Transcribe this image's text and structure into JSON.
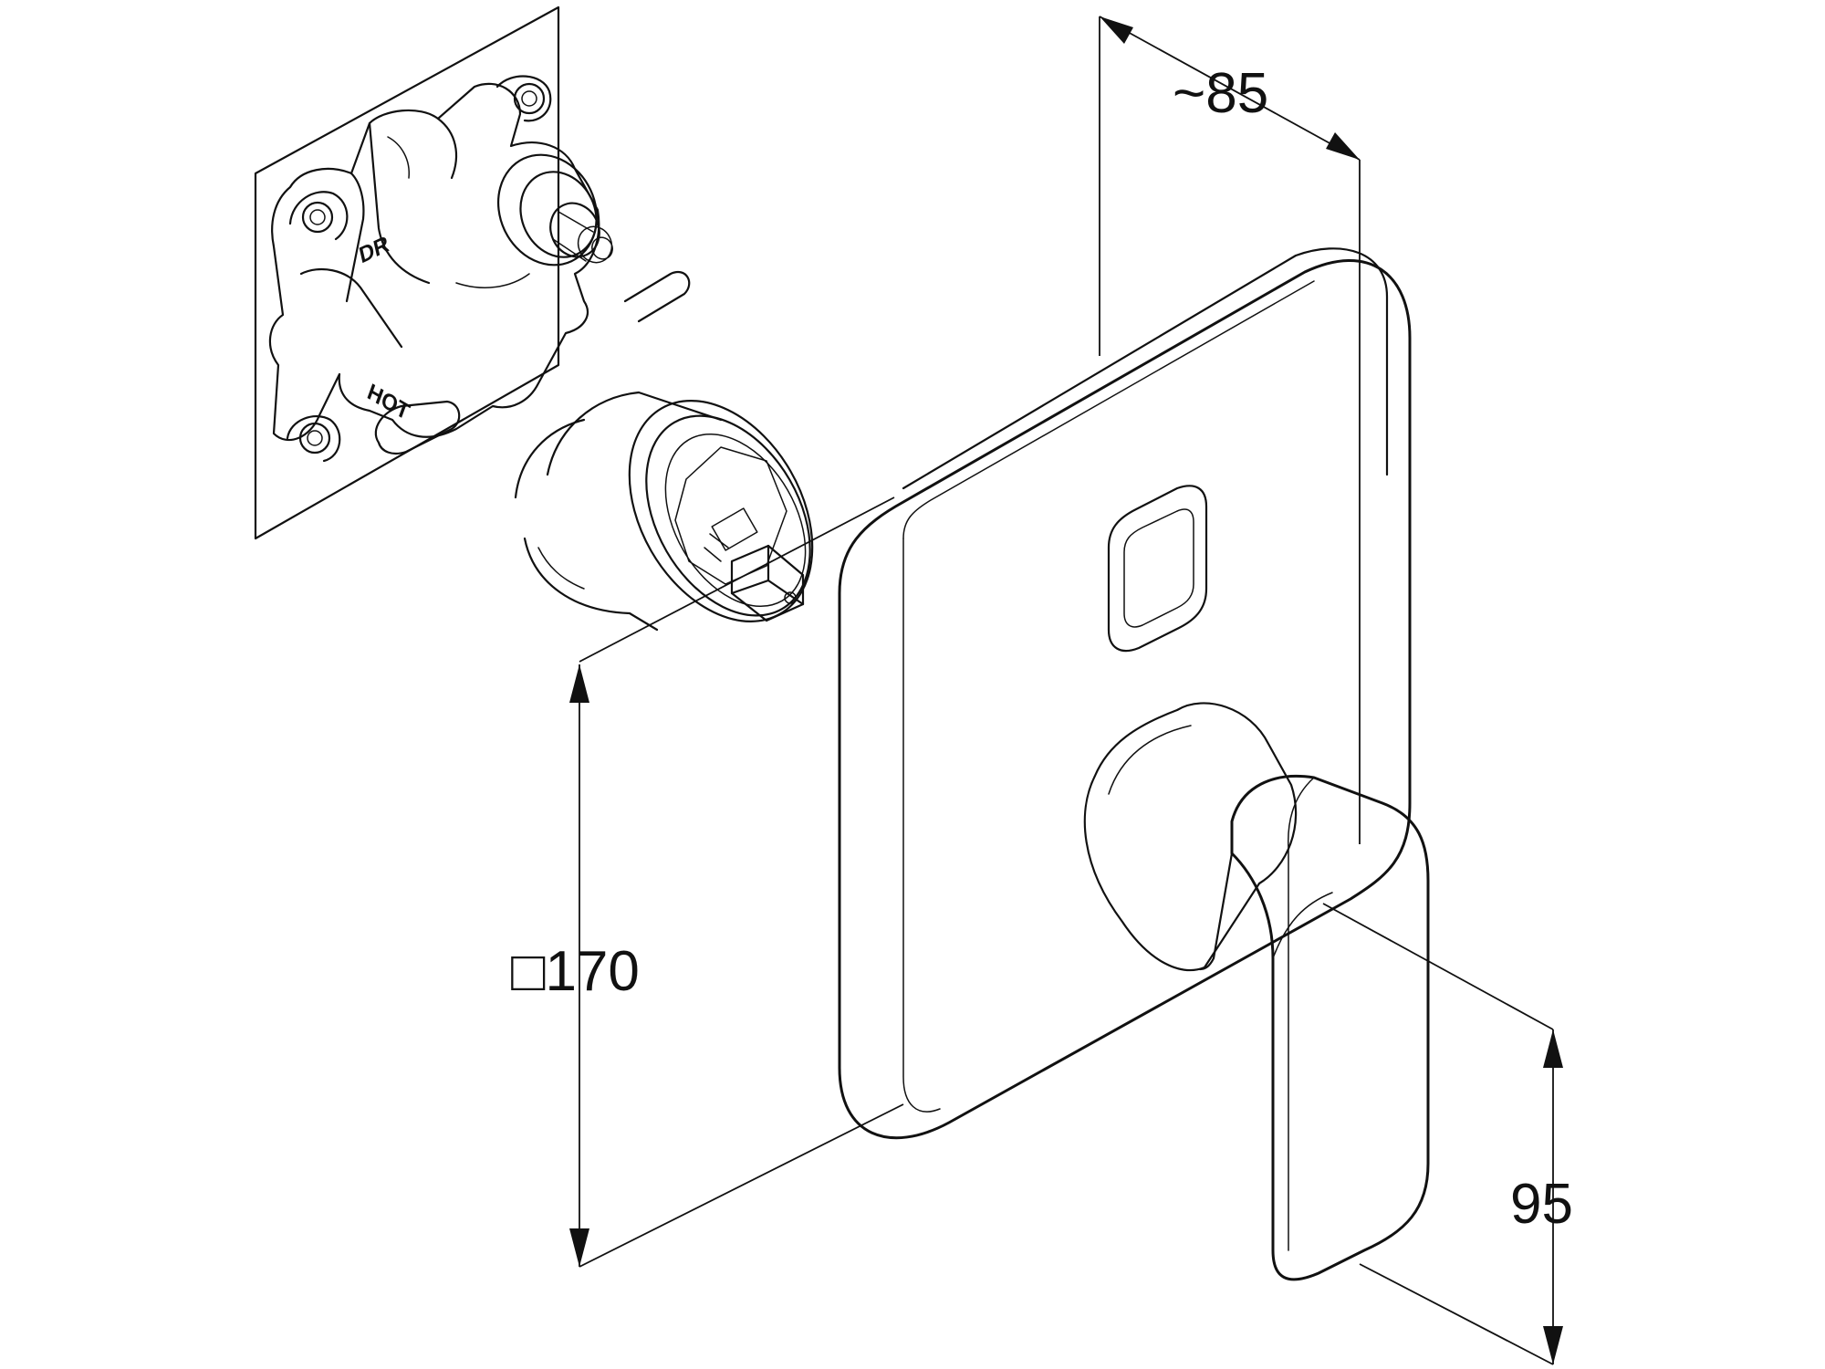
{
  "dimensions": {
    "depth": "~85",
    "cover_plate": "□170",
    "lever_height": "95"
  },
  "valve_markings": {
    "outlet": "DR",
    "inlet": "HOT"
  }
}
